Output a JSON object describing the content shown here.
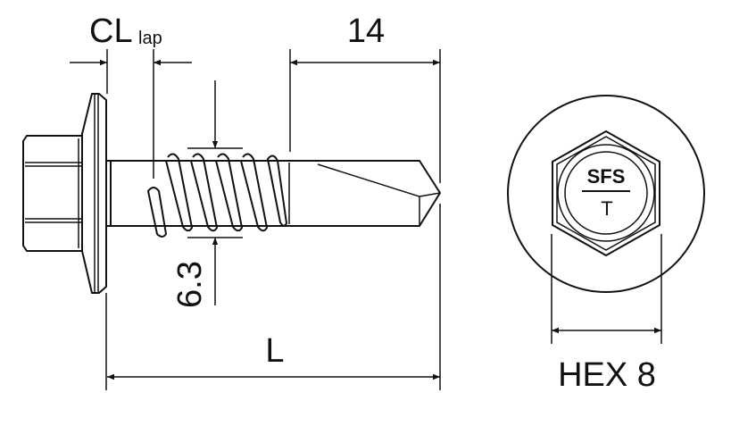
{
  "dimensions": {
    "cl_lap_main": "CL",
    "cl_lap_sub": "lap",
    "drill_length": "14",
    "diameter": "6.3",
    "length": "L",
    "hex": "HEX 8"
  },
  "head_marking": {
    "brand": "SFS",
    "type": "T"
  }
}
